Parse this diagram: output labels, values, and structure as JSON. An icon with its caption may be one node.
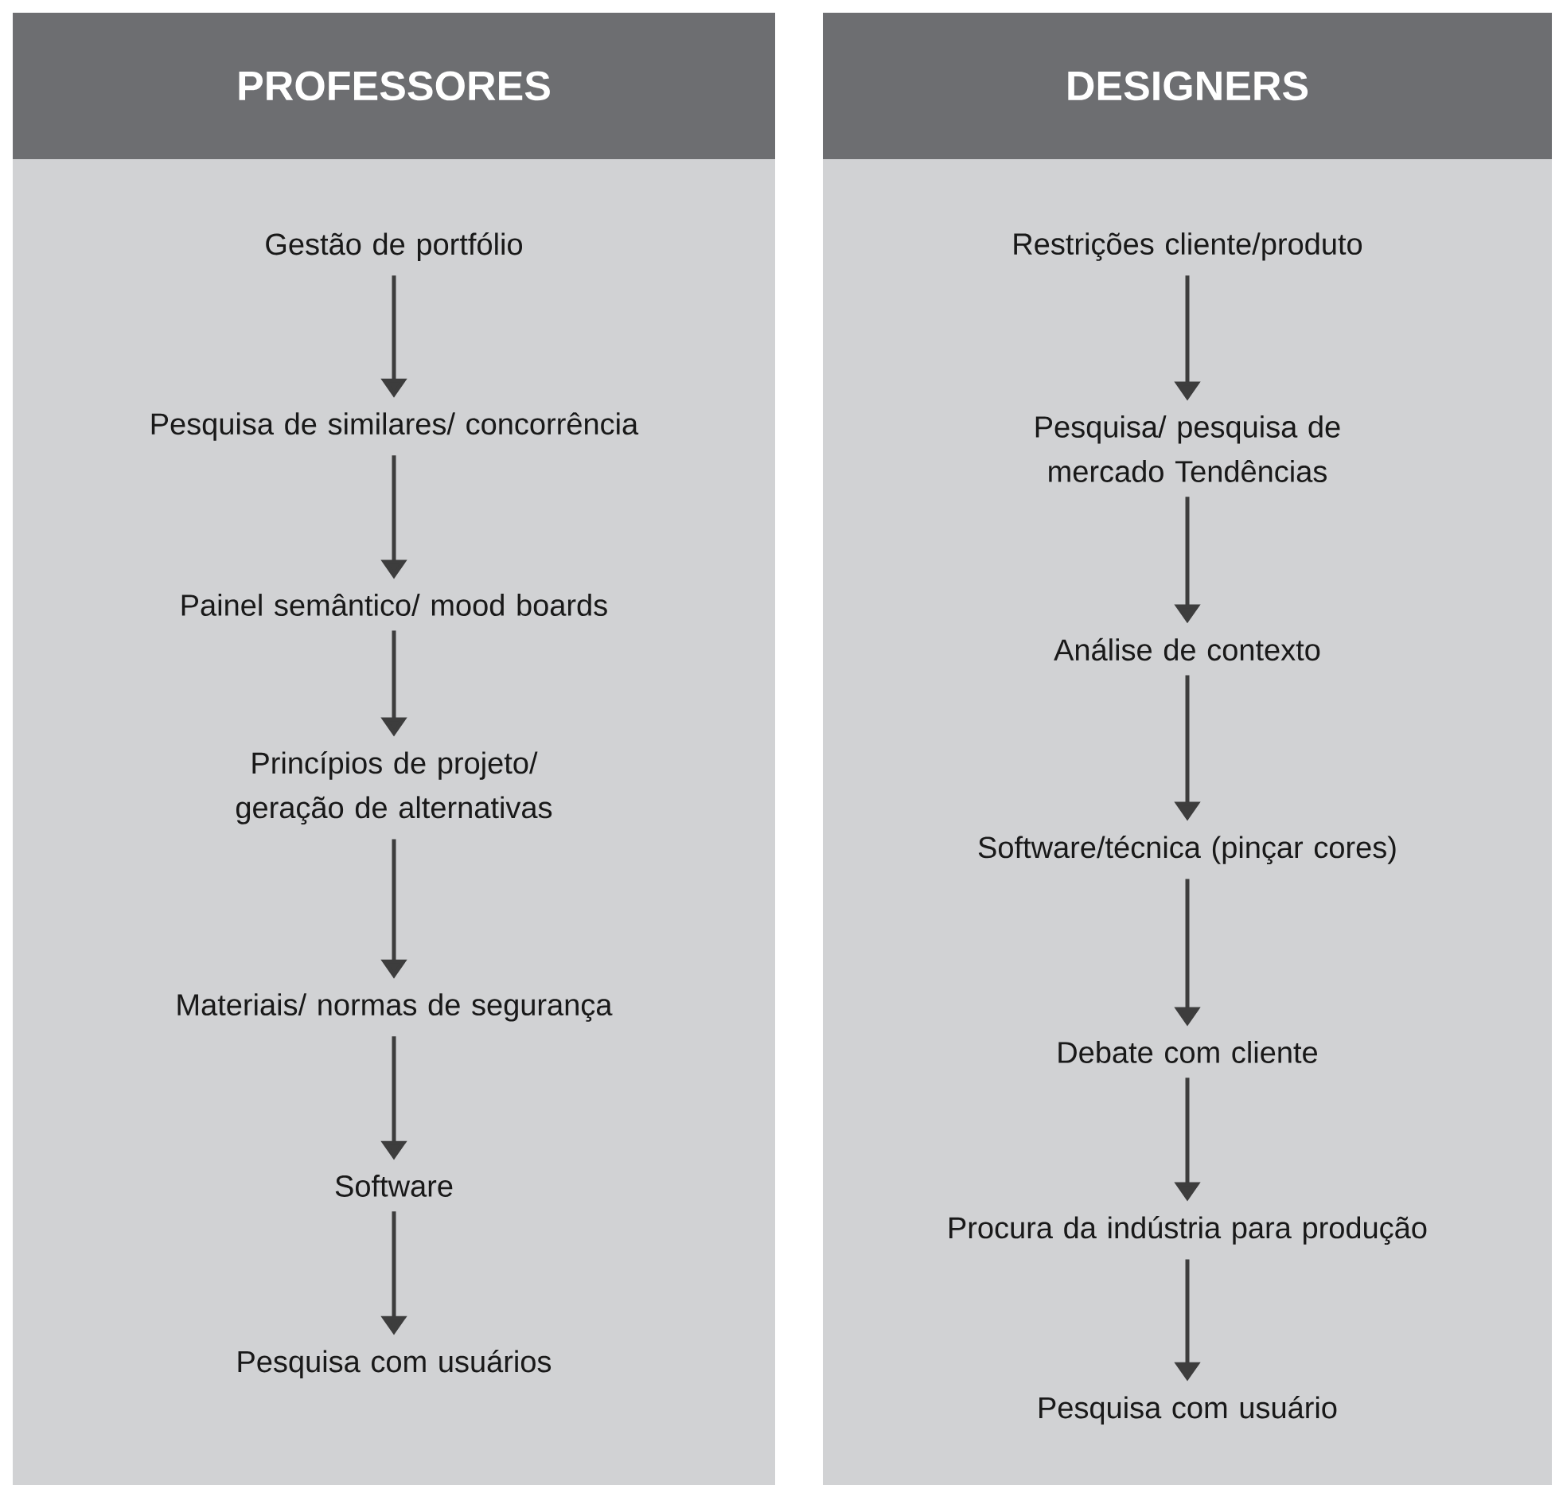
{
  "diagram": {
    "nodes": [
      {
        "text": [
          "PROFESSORES"
        ]
      },
      {
        "text": [
          "Gestão de portfólio"
        ],
        "in": 0
      },
      {
        "text": [
          "Pesquisa de similares/ concorrência"
        ],
        "in": 0
      },
      {
        "text": [
          "Painel semântico/ mood boards"
        ],
        "in": 0
      },
      {
        "text": [
          "Princípios de projeto/ geração de alternativas"
        ],
        "in": 0
      },
      {
        "text": [
          "Materiais/ normas de segurança"
        ],
        "in": 0
      },
      {
        "text": [
          "Software"
        ],
        "in": 0
      },
      {
        "text": [
          "Pesquisa com usuários"
        ],
        "in": 0
      },
      {
        "text": [
          "DESIGNERS"
        ]
      },
      {
        "text": [
          "Restrições cliente/produto"
        ],
        "in": 8
      },
      {
        "text": [
          "Pesquisa/ pesquisa de mercado Tendências"
        ],
        "in": 8
      },
      {
        "text": [
          "Análise de contexto"
        ],
        "in": 8
      },
      {
        "text": [
          "Software/técnica (pinçar cores)"
        ],
        "in": 8
      },
      {
        "text": [
          "Debate com cliente"
        ],
        "in": 8
      },
      {
        "text": [
          "Procura da indústria para produção"
        ],
        "in": 8
      },
      {
        "text": [
          "Pesquisa com usuário"
        ],
        "in": 8
      }
    ],
    "edges": [
      {
        "from": 1,
        "to": 2,
        "arrow": "to"
      },
      {
        "from": 2,
        "to": 3,
        "arrow": "to"
      },
      {
        "from": 3,
        "to": 4,
        "arrow": "to"
      },
      {
        "from": 4,
        "to": 5,
        "arrow": "to"
      },
      {
        "from": 5,
        "to": 6,
        "arrow": "to"
      },
      {
        "from": 6,
        "to": 7,
        "arrow": "to"
      },
      {
        "from": 9,
        "to": 10,
        "arrow": "to"
      },
      {
        "from": 10,
        "to": 11,
        "arrow": "to"
      },
      {
        "from": 11,
        "to": 12,
        "arrow": "to"
      },
      {
        "from": 12,
        "to": 13,
        "arrow": "to"
      },
      {
        "from": 13,
        "to": 14,
        "arrow": "to"
      },
      {
        "from": 14,
        "to": 15,
        "arrow": "to"
      }
    ]
  }
}
